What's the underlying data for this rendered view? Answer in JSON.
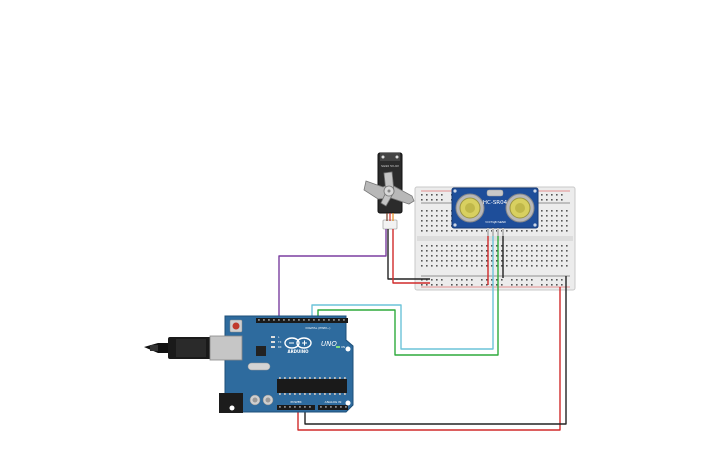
{
  "circuit": {
    "servo": {
      "label": "SG90 5V-9V"
    },
    "sensor": {
      "model": "HC-SR04",
      "pins": [
        "VCC",
        "Trig",
        "Echo",
        "GND"
      ]
    },
    "arduino": {
      "brand": "ARDUINO",
      "model": "UNO",
      "header_top": "DIGITAL (PWM~)",
      "power_label": "POWER",
      "analog_label": "ANALOG IN",
      "tx_label": "TX",
      "rx_label": "RX",
      "on_label": "ON",
      "l_label": "L"
    },
    "colors": {
      "board": "#2e6b9e",
      "breadboard": "#e9e9e9",
      "sensor_blue": "#1e4e9a",
      "wire_purple": "#7b3fa0",
      "wire_green": "#2eaa3c",
      "wire_cyan": "#6cc3d9",
      "wire_red": "#d12a2a",
      "wire_black": "#222222"
    }
  }
}
